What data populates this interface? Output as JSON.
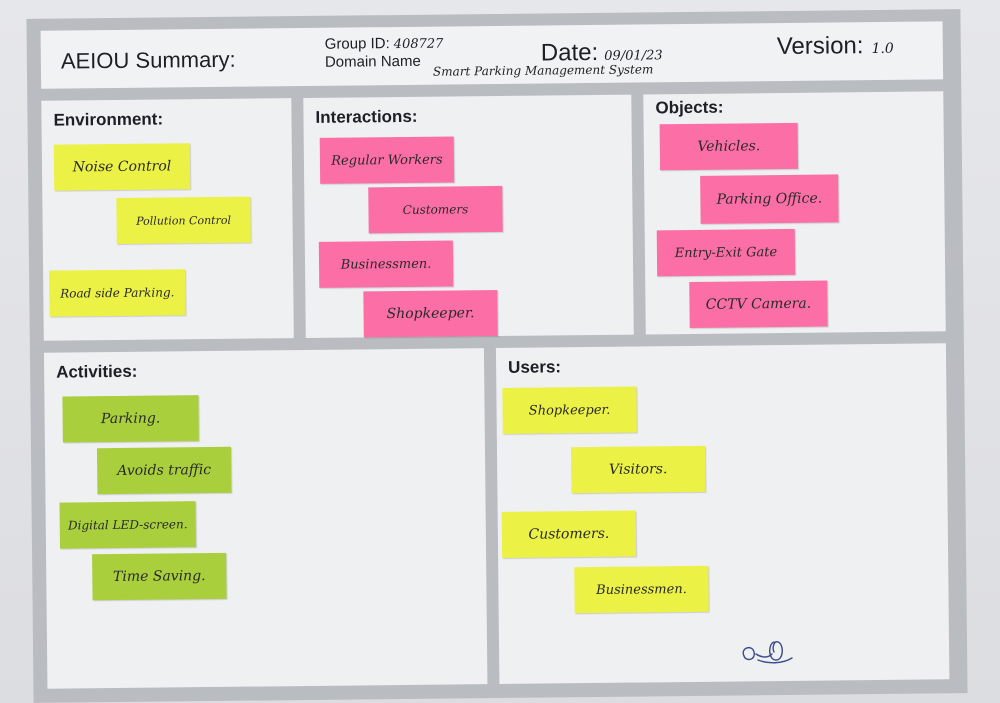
{
  "header": {
    "title": "AEIOU Summary:",
    "group_label": "Group ID:",
    "group_value": "408727",
    "domain_label": "Domain Name",
    "domain_value": "Smart Parking Management System",
    "date_label": "Date:",
    "date_value": "09/01/23",
    "version_label": "Version:",
    "version_value": "1.0"
  },
  "environment": {
    "title": "Environment:",
    "notes": [
      "Noise Control",
      "Pollution Control",
      "Road side Parking."
    ]
  },
  "interactions": {
    "title": "Interactions:",
    "notes": [
      "Regular Workers",
      "Customers",
      "Businessmen.",
      "Shopkeeper."
    ]
  },
  "objects": {
    "title": "Objects:",
    "notes": [
      "Vehicles.",
      "Parking Office.",
      "Entry-Exit Gate",
      "CCTV Camera."
    ]
  },
  "activities": {
    "title": "Activities:",
    "notes": [
      "Parking.",
      "Avoids traffic",
      "Digital LED-screen.",
      "Time Saving."
    ]
  },
  "users": {
    "title": "Users:",
    "notes": [
      "Shopkeeper.",
      "Visitors.",
      "Customers.",
      "Businessmen."
    ]
  },
  "colors": {
    "yellow_note": "#ecf145",
    "pink_note": "#fb6fa6",
    "green_note": "#a9cf3c",
    "frame": "#b9bcc1"
  }
}
